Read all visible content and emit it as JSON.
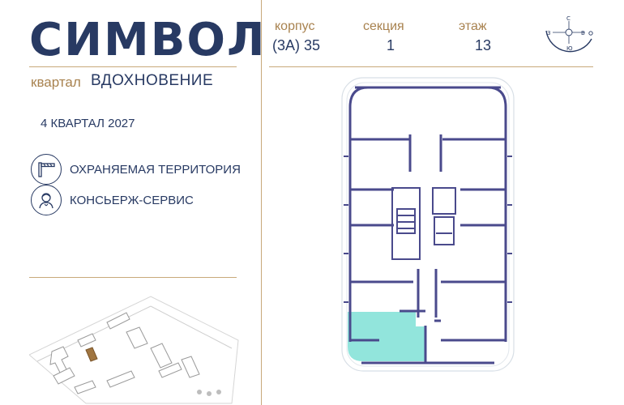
{
  "brand": {
    "logo_text": "СИМВОЛ"
  },
  "district": {
    "label": "квартал",
    "name": "ВДОХНОВЕНИЕ"
  },
  "completion": "4 КВАРТАЛ 2027",
  "features": [
    {
      "label": "ОХРАНЯЕМАЯ ТЕРРИТОРИЯ",
      "icon": "barrier-icon"
    },
    {
      "label": "КОНСЬЕРЖ-СЕРВИС",
      "icon": "concierge-icon"
    }
  ],
  "header": {
    "building_label": "корпус",
    "building_value": "(3А) 35",
    "section_label": "секция",
    "section_value": "1",
    "floor_label": "этаж",
    "floor_value": "13"
  },
  "compass": {
    "north": "С",
    "south": "Ю",
    "west": "З",
    "east": "В"
  },
  "colors": {
    "navy": "#283a63",
    "gold": "#c8a97a",
    "highlight": "#7fe0d6",
    "plan_wall": "#4a4a8c"
  }
}
